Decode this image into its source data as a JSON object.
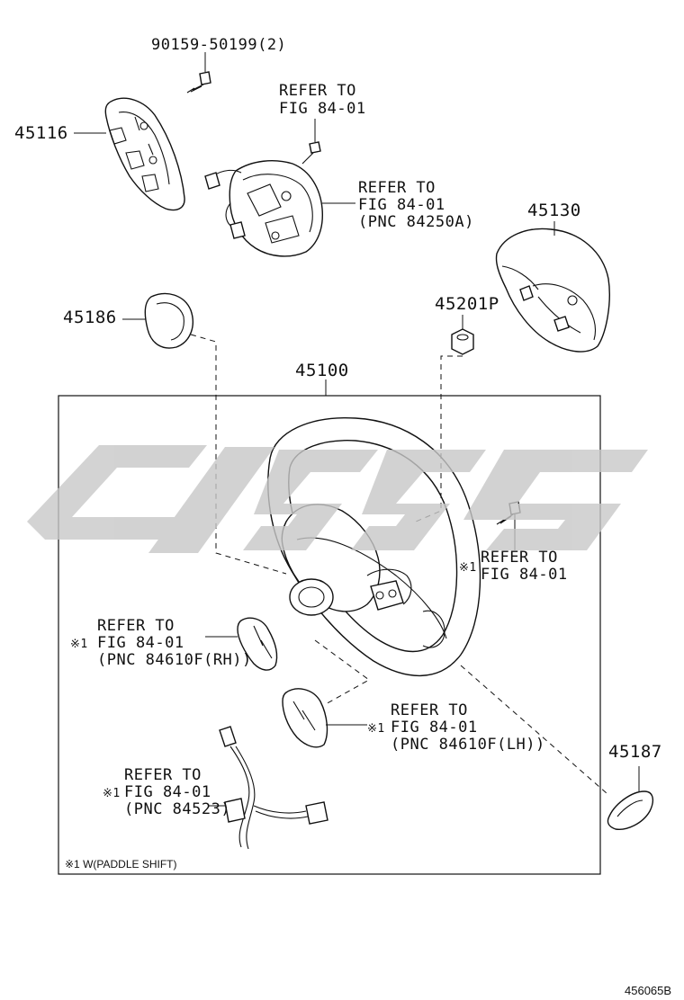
{
  "parts": {
    "p45116": "45116",
    "p90159": "90159-50199(2)",
    "p45130": "45130",
    "p45186": "45186",
    "p45201p": "45201P",
    "p45100": "45100",
    "p45187": "45187"
  },
  "refs": {
    "refer_to": "REFER TO",
    "fig": "FIG 84-01",
    "pnc_84250a": "(PNC 84250A)",
    "pnc_84610f_rh": "(PNC 84610F(RH))",
    "pnc_84610f_lh": "(PNC 84610F(LH))",
    "pnc_84523": "(PNC 84523)"
  },
  "marks": {
    "note_mark": "※1"
  },
  "footnote": "※1 W(PADDLE SHIFT)",
  "diagram_code": "456065B",
  "colors": {
    "line": "#111111",
    "watermark": "#cfcfcf"
  }
}
